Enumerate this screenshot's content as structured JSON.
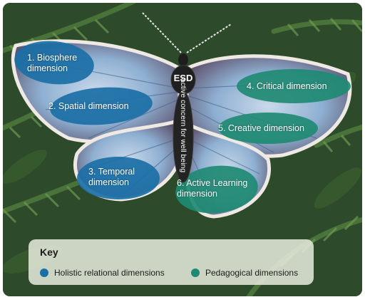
{
  "center": {
    "title": "ESD",
    "subtitle": "active concern for well being"
  },
  "dimensions": [
    {
      "group": "holistic",
      "lines": [
        "1. Biosphere",
        "dimension"
      ]
    },
    {
      "group": "holistic",
      "lines": [
        "2. Spatial dimension"
      ]
    },
    {
      "group": "holistic",
      "lines": [
        "3. Temporal",
        "dimension"
      ]
    },
    {
      "group": "pedagogical",
      "lines": [
        "4. Critical dimension"
      ]
    },
    {
      "group": "pedagogical",
      "lines": [
        "5. Creative dimension"
      ]
    },
    {
      "group": "pedagogical",
      "lines": [
        "6. Active Learning",
        "dimension"
      ]
    }
  ],
  "key": {
    "title": "Key",
    "items": [
      {
        "group": "holistic",
        "label": "Holistic relational dimensions",
        "color": "#1b6fa6"
      },
      {
        "group": "pedagogical",
        "label": "Pedagogical dimensions",
        "color": "#1f8a73"
      }
    ]
  },
  "colors": {
    "holistic": "#1b6fa6",
    "pedagogical": "#1f8a73",
    "background": "#2d4a2a",
    "wing": "#8fb0d2",
    "wing_border": "#4a3a4c"
  }
}
